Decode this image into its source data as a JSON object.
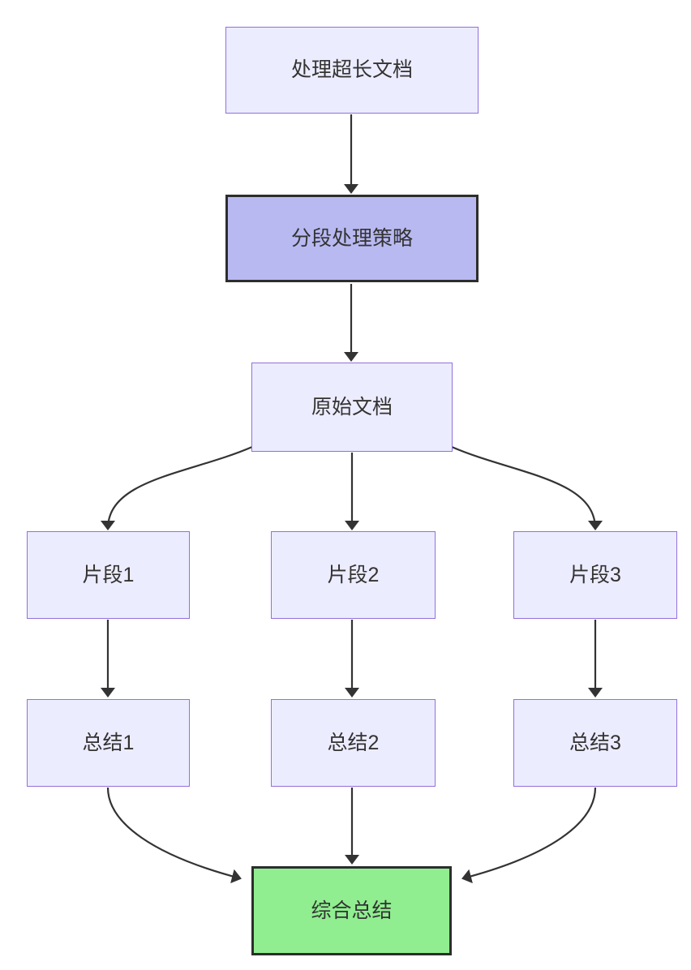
{
  "diagram": {
    "type": "flowchart",
    "direction": "top-down",
    "colors": {
      "bg": "#ffffff",
      "edge_color": "#333333",
      "node_fill": "#ececff",
      "node_border": "#9370db",
      "accent_fill": "#b9b9f2",
      "accent_border": "#2d2d2d",
      "green_fill": "#90ee90",
      "text_color": "#333333"
    },
    "nodes": {
      "process_long_doc": {
        "label": "处理超长文档",
        "style": "default"
      },
      "segment_strategy": {
        "label": "分段处理策略",
        "style": "accent-purple"
      },
      "original_doc": {
        "label": "原始文档",
        "style": "default"
      },
      "fragment1": {
        "label": "片段1",
        "style": "default"
      },
      "fragment2": {
        "label": "片段2",
        "style": "default"
      },
      "fragment3": {
        "label": "片段3",
        "style": "default"
      },
      "summary1": {
        "label": "总结1",
        "style": "default"
      },
      "summary2": {
        "label": "总结2",
        "style": "default"
      },
      "summary3": {
        "label": "总结3",
        "style": "default"
      },
      "final_summary": {
        "label": "综合总结",
        "style": "green"
      }
    },
    "edges": [
      {
        "from": "process_long_doc",
        "to": "segment_strategy"
      },
      {
        "from": "segment_strategy",
        "to": "original_doc"
      },
      {
        "from": "original_doc",
        "to": "fragment1"
      },
      {
        "from": "original_doc",
        "to": "fragment2"
      },
      {
        "from": "original_doc",
        "to": "fragment3"
      },
      {
        "from": "fragment1",
        "to": "summary1"
      },
      {
        "from": "fragment2",
        "to": "summary2"
      },
      {
        "from": "fragment3",
        "to": "summary3"
      },
      {
        "from": "summary1",
        "to": "final_summary"
      },
      {
        "from": "summary2",
        "to": "final_summary"
      },
      {
        "from": "summary3",
        "to": "final_summary"
      }
    ]
  }
}
